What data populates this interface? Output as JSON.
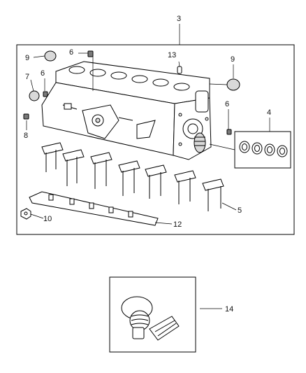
{
  "callouts": {
    "c3": "3",
    "c6a": "6",
    "c13": "13",
    "c9a": "9",
    "c9b": "9",
    "c7": "7",
    "c6b": "6",
    "c6c": "6",
    "c4": "4",
    "c8": "8",
    "c5": "5",
    "c10": "10",
    "c12": "12",
    "c14": "14"
  }
}
